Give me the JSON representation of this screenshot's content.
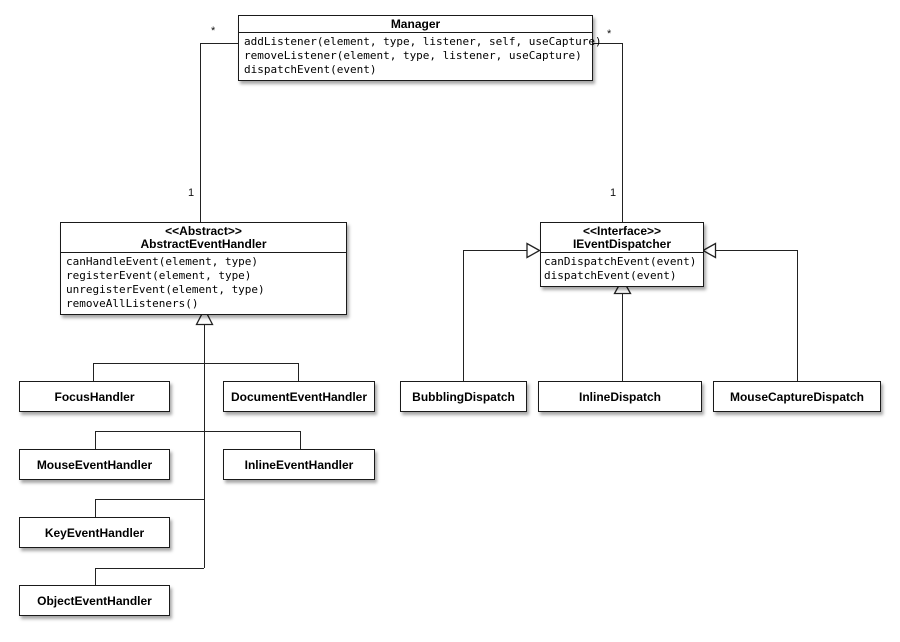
{
  "diagram": {
    "classes": {
      "manager": {
        "name": "Manager",
        "methods": [
          "addListener(element, type, listener, self, useCapture)",
          "removeListener(element, type, listener, useCapture)",
          "dispatchEvent(event)"
        ]
      },
      "abstract_event_handler": {
        "stereotype": "<<Abstract>>",
        "name": "AbstractEventHandler",
        "methods": [
          "canHandleEvent(element, type)",
          "registerEvent(element, type)",
          "unregisterEvent(element, type)",
          "removeAllListeners()"
        ]
      },
      "ievent_dispatcher": {
        "stereotype": "<<Interface>>",
        "name": "IEventDispatcher",
        "methods": [
          "canDispatchEvent(event)",
          "dispatchEvent(event)"
        ]
      },
      "handlers": {
        "focus": "FocusHandler",
        "document": "DocumentEventHandler",
        "mouse": "MouseEventHandler",
        "inline": "InlineEventHandler",
        "key": "KeyEventHandler",
        "object": "ObjectEventHandler"
      },
      "dispatchers": {
        "bubbling": "BubblingDispatch",
        "inline": "InlineDispatch",
        "mouse_capture": "MouseCaptureDispatch"
      }
    },
    "multiplicities": {
      "manager_left": "*",
      "manager_right": "*",
      "handler_end": "1",
      "dispatcher_end": "1"
    },
    "colors": {
      "line": "#222222",
      "border": "#1a1a1a",
      "box_background": "#ffffff",
      "page_background": "#ffffff"
    }
  }
}
